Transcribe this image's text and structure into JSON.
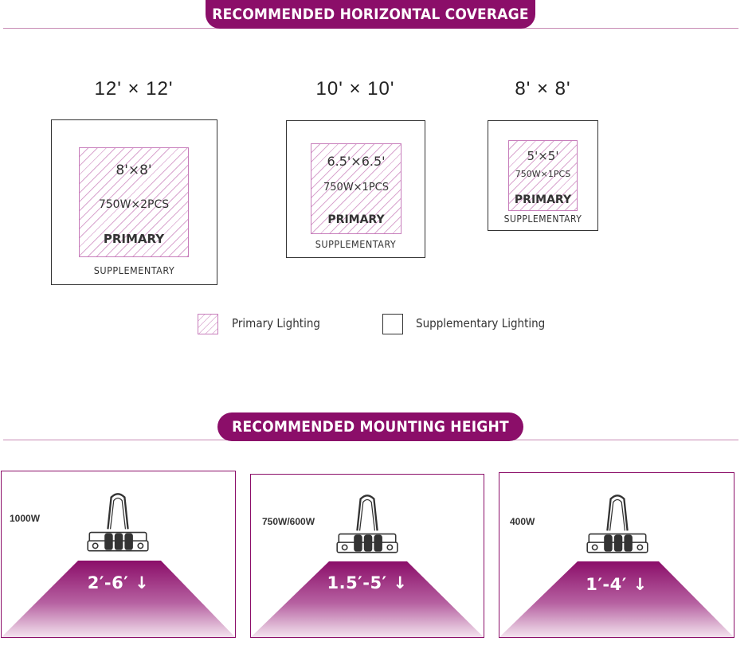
{
  "coverage": {
    "title": "RECOMMENDED HORIZONTAL COVERAGE",
    "layouts": [
      {
        "area": "12' × 12'",
        "primary_size": "8'×8'",
        "config": "750W×2PCS",
        "primary_label": "PRIMARY",
        "supplementary_label": "SUPPLEMENTARY"
      },
      {
        "area": "10' × 10'",
        "primary_size": "6.5'×6.5'",
        "config": "750W×1PCS",
        "primary_label": "PRIMARY",
        "supplementary_label": "SUPPLEMENTARY"
      },
      {
        "area": "8' × 8'",
        "primary_size": "5'×5'",
        "config": "750W×1PCS",
        "primary_label": "PRIMARY",
        "supplementary_label": "SUPPLEMENTARY"
      }
    ],
    "legend": {
      "primary": "Primary Lighting",
      "supplementary": "Supplementary Lighting"
    }
  },
  "mounting": {
    "title": "RECOMMENDED MOUNTING HEIGHT",
    "panels": [
      {
        "wattage": "1000W",
        "height": "2′-6′ ↓"
      },
      {
        "wattage": "750W/600W",
        "height": "1.5′-5′ ↓"
      },
      {
        "wattage": "400W",
        "height": "1′-4′ ↓"
      }
    ]
  },
  "colors": {
    "accent": "#8b0e69",
    "primary_hatch": "#d9a6cf",
    "beam_top": "#8b0e69",
    "beam_bottom": "#f3e3ee"
  }
}
